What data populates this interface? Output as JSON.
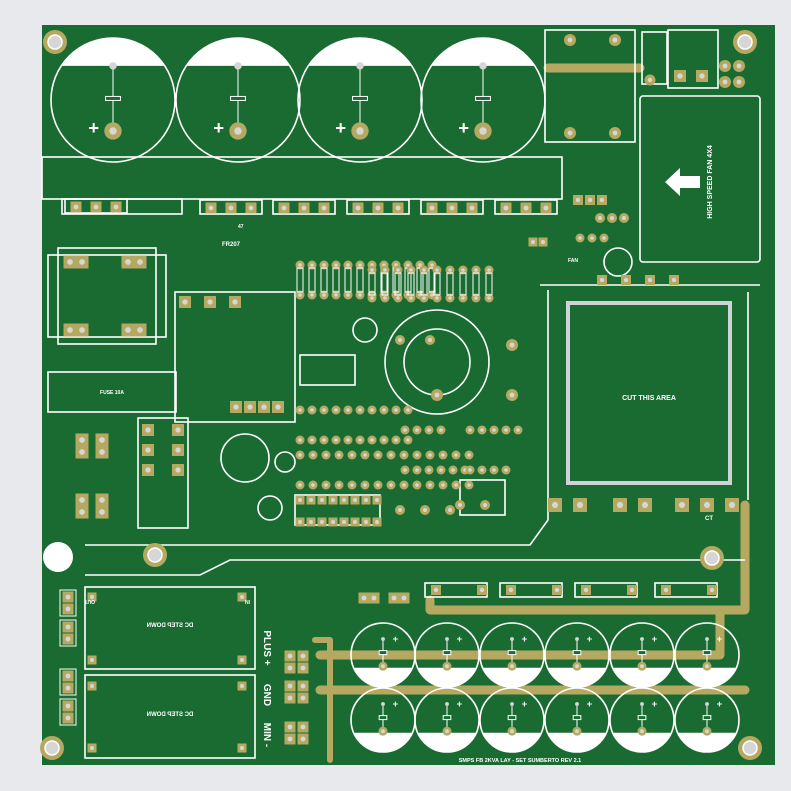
{
  "board": {
    "title": "SMPS FB 2KVA LAY - SET SUMBERTO REV 2.1",
    "colors": {
      "background": "#e8e9ed",
      "board": "#1a6b32",
      "silkscreen": "#ffffff",
      "copper": "#b5a962",
      "drill": "#d6d6d6"
    }
  },
  "labels": {
    "cut_area": "CUT THIS AREA",
    "fan": "HIGH SPEED FAN 4X4",
    "plus": "PLUS +",
    "gnd": "GND",
    "min": "MIN -",
    "dc_step_down_1": "DC STEP DOWN",
    "dc_step_down_2": "DC STEP DOWN",
    "out": "OUT",
    "in": "IN",
    "ct": "CT",
    "fr207": "FR207",
    "fuse": "FUSE 10A",
    "fan_lbl": "FAN",
    "plus_sign": "+",
    "res_47": "47"
  }
}
